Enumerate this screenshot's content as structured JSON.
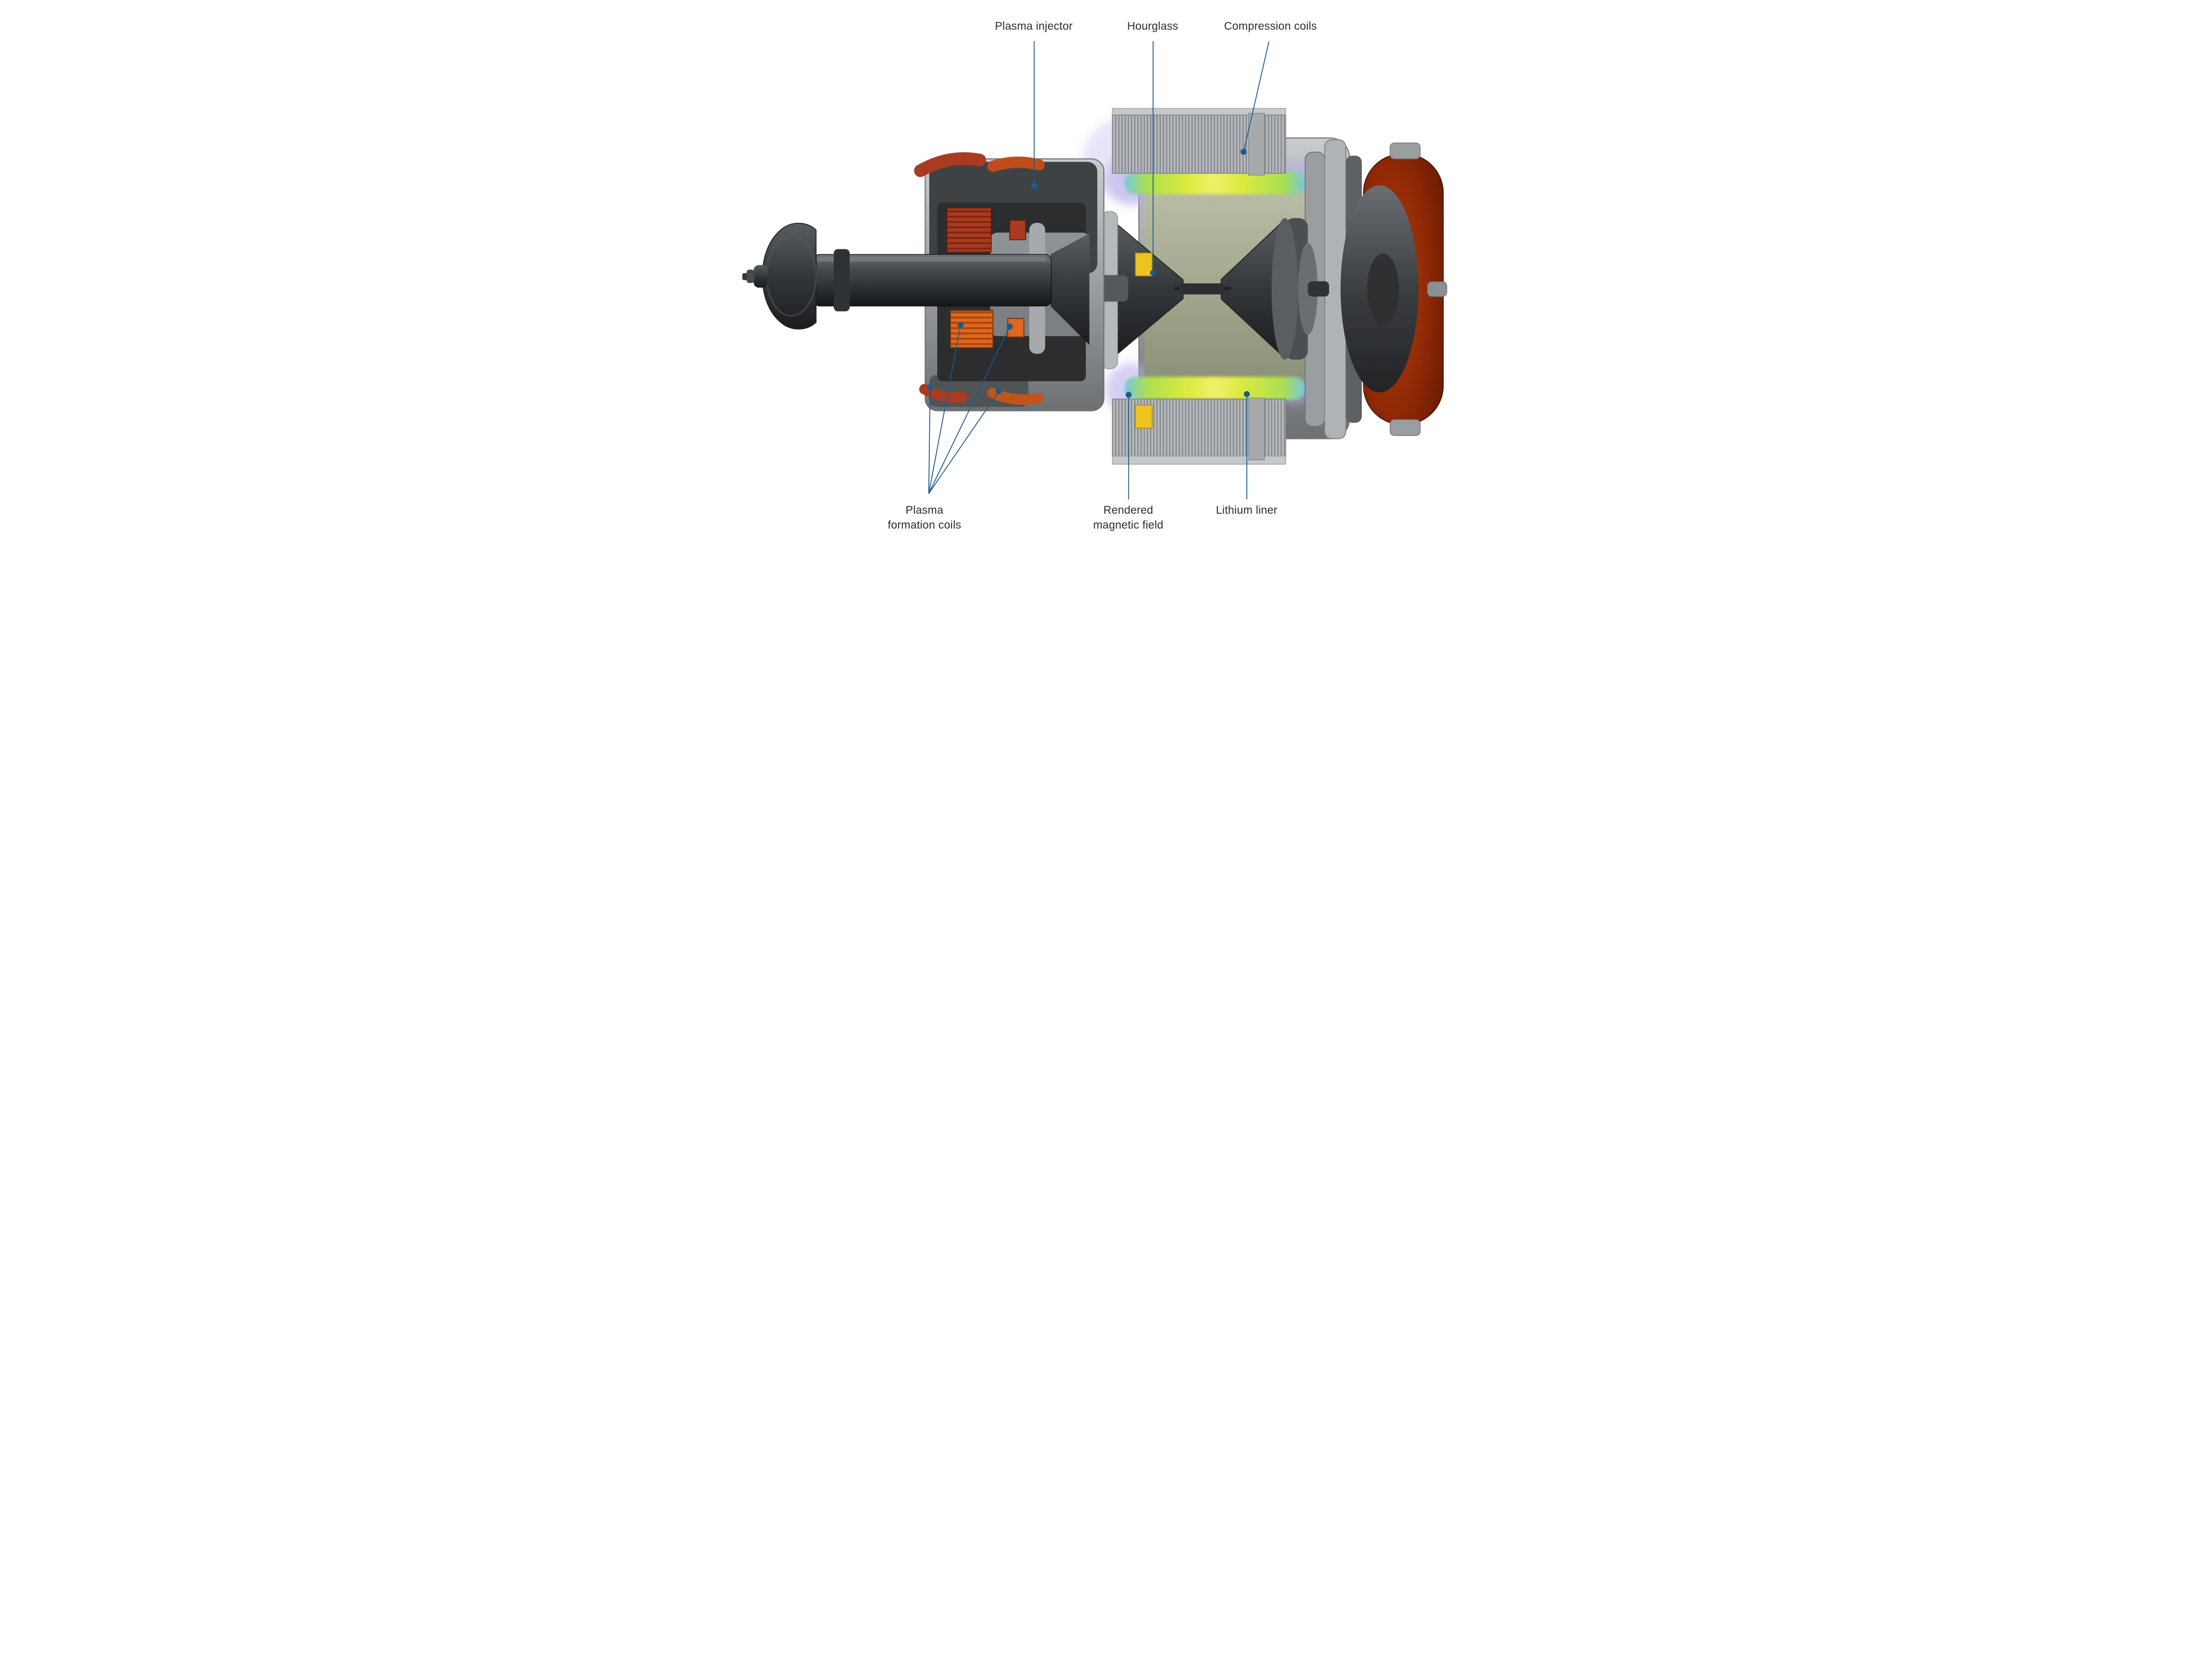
{
  "palette": {
    "label_text": "#2b2b2b",
    "leader_line": "#1d5a8d",
    "coil_red": "#a93a20",
    "coil_orange": "#df671f",
    "liner_glow_green": "#d9e73c",
    "liner_glow_teal": "#7fc9e0",
    "end_cap_red": "#8a2605",
    "accent_yellow": "#ecc31f",
    "body_gray": "#9fa3a6",
    "dark_gray": "#34373a"
  },
  "labels": [
    {
      "id": "plasma-injector",
      "text": "Plasma injector"
    },
    {
      "id": "hourglass",
      "text": "Hourglass"
    },
    {
      "id": "compression-coils",
      "text": "Compression coils"
    },
    {
      "id": "plasma-formation-coils",
      "text": "Plasma\nformation coils"
    },
    {
      "id": "rendered-magnetic-field",
      "text": "Rendered\nmagnetic field"
    },
    {
      "id": "lithium-liner",
      "text": "Lithium liner"
    }
  ]
}
